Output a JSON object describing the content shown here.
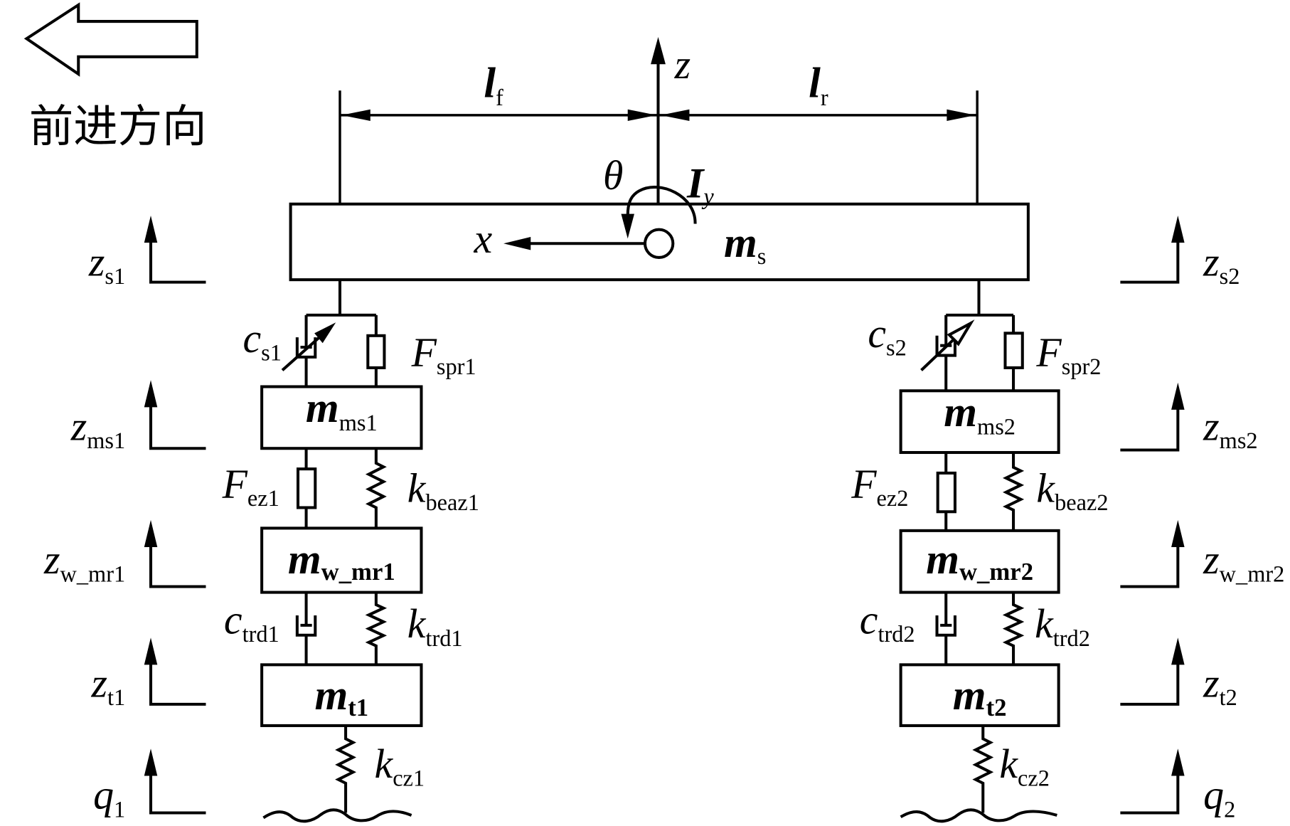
{
  "direction_label": "前进方向",
  "top": {
    "z_axis": "z",
    "x_axis": "x",
    "theta": "θ",
    "lf": {
      "main": "l",
      "sub": "f"
    },
    "lr": {
      "main": "l",
      "sub": "r"
    },
    "Iy": {
      "main": "I",
      "sub": "y"
    },
    "body_mass": {
      "main": "m",
      "sub": "s"
    }
  },
  "left_unit": {
    "cs": {
      "main": "c",
      "sub": "s1"
    },
    "fspr": {
      "main": "F",
      "sub": "spr1"
    },
    "mms": {
      "main": "m",
      "sub": "ms1"
    },
    "fez": {
      "main": "F",
      "sub": "ez1"
    },
    "kbeaz": {
      "main": "k",
      "sub": "beaz1"
    },
    "mwmr": {
      "main": "m",
      "sub": "w_mr1"
    },
    "ctrd": {
      "main": "c",
      "sub": "trd1"
    },
    "ktrd": {
      "main": "k",
      "sub": "trd1"
    },
    "mt": {
      "main": "m",
      "sub": "t1"
    },
    "kcz": {
      "main": "k",
      "sub": "cz1"
    }
  },
  "right_unit": {
    "cs": {
      "main": "c",
      "sub": "s2"
    },
    "fspr": {
      "main": "F",
      "sub": "spr2"
    },
    "mms": {
      "main": "m",
      "sub": "ms2"
    },
    "fez": {
      "main": "F",
      "sub": "ez2"
    },
    "kbeaz": {
      "main": "k",
      "sub": "beaz2"
    },
    "mwmr": {
      "main": "m",
      "sub": "w_mr2"
    },
    "ctrd": {
      "main": "c",
      "sub": "trd2"
    },
    "ktrd": {
      "main": "k",
      "sub": "trd2"
    },
    "mt": {
      "main": "m",
      "sub": "t2"
    },
    "kcz": {
      "main": "k",
      "sub": "cz2"
    }
  },
  "left_coords": [
    {
      "main": "z",
      "sub": "s1"
    },
    {
      "main": "z",
      "sub": "ms1"
    },
    {
      "main": "z",
      "sub": "w_mr1"
    },
    {
      "main": "z",
      "sub": "t1"
    },
    {
      "main": "q",
      "sub": "1"
    }
  ],
  "right_coords": [
    {
      "main": "z",
      "sub": "s2"
    },
    {
      "main": "z",
      "sub": "ms2"
    },
    {
      "main": "z",
      "sub": "w_mr2"
    },
    {
      "main": "z",
      "sub": "t2"
    },
    {
      "main": "q",
      "sub": "2"
    }
  ]
}
